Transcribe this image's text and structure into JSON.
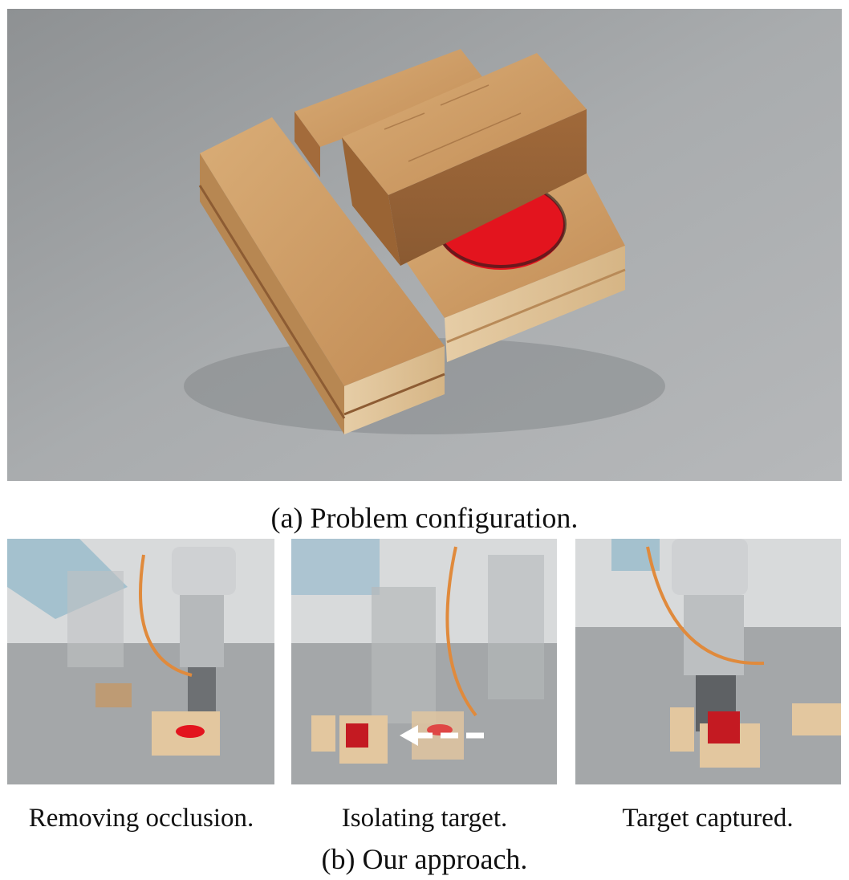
{
  "figure": {
    "caption_a": "(a) Problem configuration.",
    "caption_b": "(b) Our approach.",
    "panels": [
      {
        "caption": "Removing occlusion."
      },
      {
        "caption": "Isolating target."
      },
      {
        "caption": "Target captured."
      }
    ]
  },
  "colors": {
    "wood": "#c9955e",
    "wood_light": "#e3c79f",
    "target_red": "#e3141e",
    "table_gray": "#9ea1a3",
    "robot_steel": "#c7c9cb",
    "cable_orange": "#e08a3c"
  }
}
